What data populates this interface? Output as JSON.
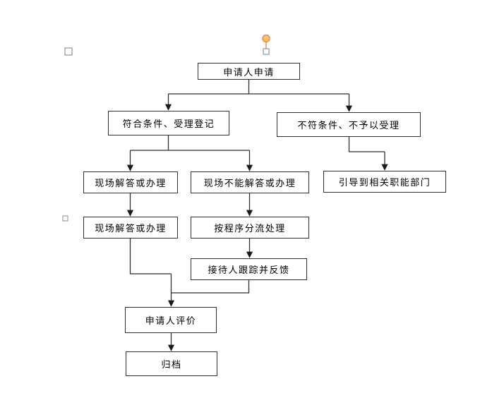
{
  "colors": {
    "box_border": "#2f2f2f",
    "connector": "#2f2f2f",
    "rotation_handle_fill": "#fbbd79",
    "rotation_handle_stroke": "#e0873a",
    "anchor_stroke": "#9097a0"
  },
  "flowchart": {
    "nodes": [
      {
        "id": "applicant-apply",
        "label": "申请人申请"
      },
      {
        "id": "accept-registration",
        "label": "符合条件、受理登记"
      },
      {
        "id": "reject-application",
        "label": "不符条件、不予以受理"
      },
      {
        "id": "onsite-answer",
        "label": "现场解答或办理"
      },
      {
        "id": "onsite-cannot-answer",
        "label": "现场不能解答或办理"
      },
      {
        "id": "guide-to-department",
        "label": "引导到相关职能部门"
      },
      {
        "id": "onsite-answer-2",
        "label": "现场解答或办理"
      },
      {
        "id": "procedure-diversion",
        "label": "按程序分流处理"
      },
      {
        "id": "track-feedback",
        "label": "接待人跟踪并反馈"
      },
      {
        "id": "applicant-evaluation",
        "label": "申请人评价"
      },
      {
        "id": "archive",
        "label": "归档"
      }
    ],
    "edges": [
      {
        "from": "applicant-apply",
        "to": "accept-registration"
      },
      {
        "from": "applicant-apply",
        "to": "reject-application"
      },
      {
        "from": "accept-registration",
        "to": "onsite-answer"
      },
      {
        "from": "accept-registration",
        "to": "onsite-cannot-answer"
      },
      {
        "from": "reject-application",
        "to": "guide-to-department"
      },
      {
        "from": "onsite-answer",
        "to": "onsite-answer-2"
      },
      {
        "from": "onsite-cannot-answer",
        "to": "procedure-diversion"
      },
      {
        "from": "procedure-diversion",
        "to": "track-feedback"
      },
      {
        "from": "onsite-answer-2",
        "to": "applicant-evaluation"
      },
      {
        "from": "track-feedback",
        "to": "applicant-evaluation"
      },
      {
        "from": "applicant-evaluation",
        "to": "archive"
      }
    ]
  }
}
